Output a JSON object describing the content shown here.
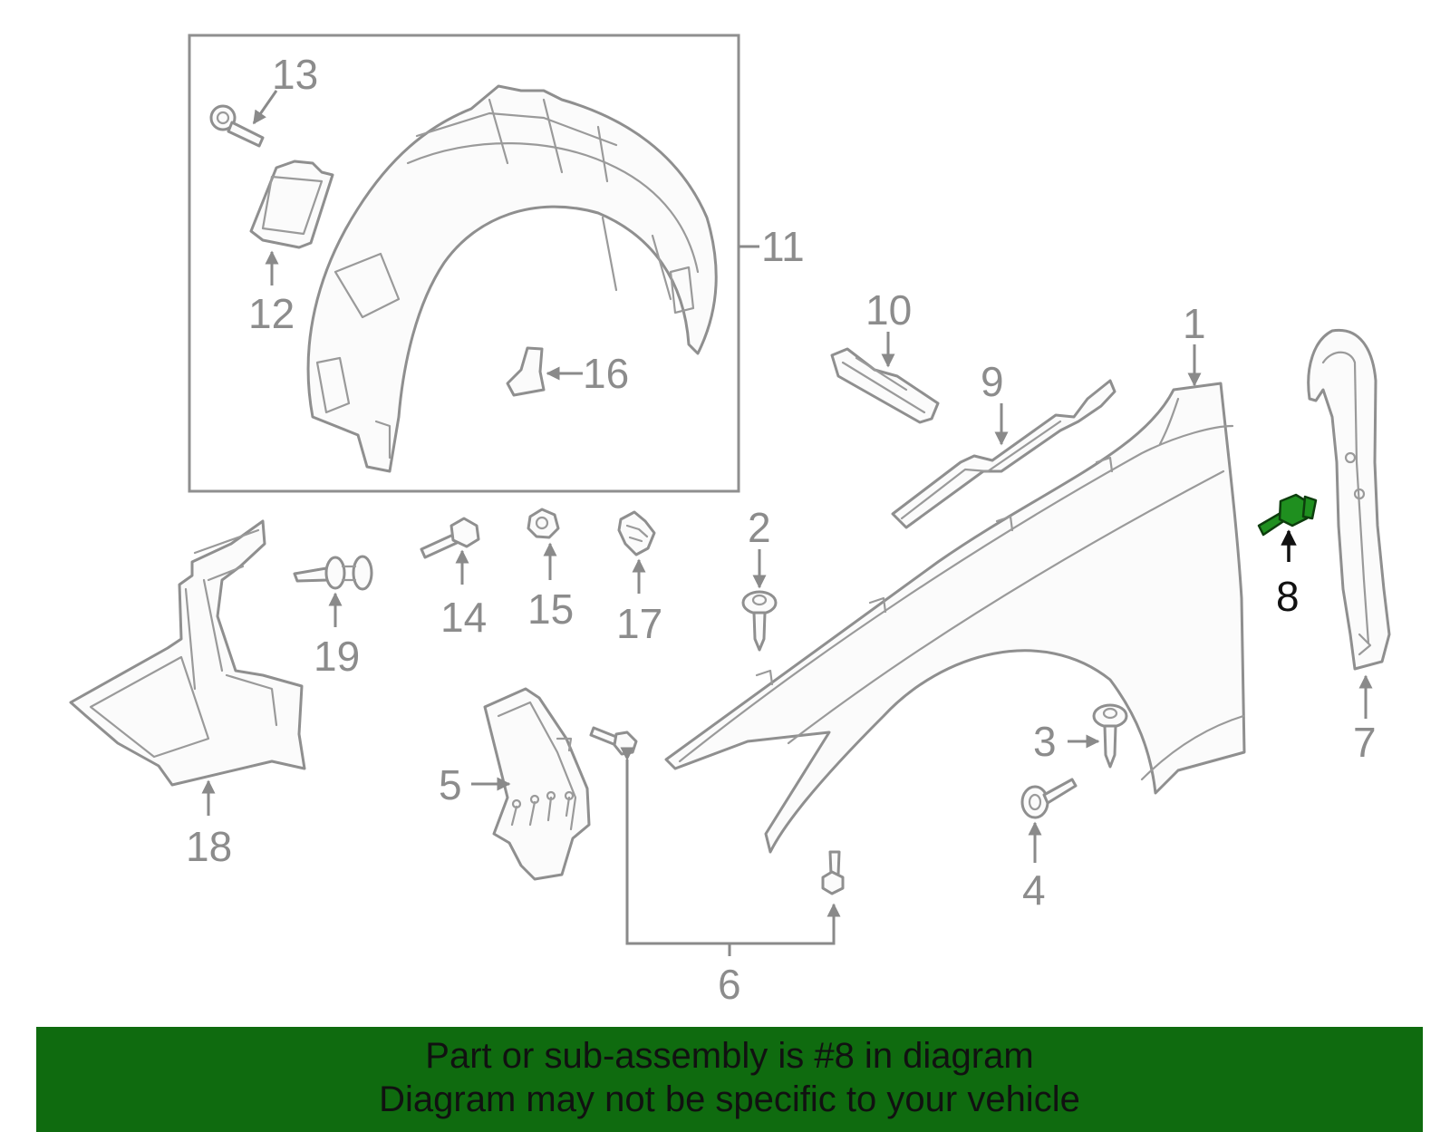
{
  "callouts": {
    "c1": "1",
    "c2": "2",
    "c3": "3",
    "c4": "4",
    "c5": "5",
    "c6": "6",
    "c7": "7",
    "c8": "8",
    "c9": "9",
    "c10": "10",
    "c11": "11",
    "c12": "12",
    "c13": "13",
    "c14": "14",
    "c15": "15",
    "c16": "16",
    "c17": "17",
    "c18": "18",
    "c19": "19"
  },
  "highlighted_part": "8",
  "colors": {
    "highlight": "#1f8f1f",
    "banner_bg": "#0f6b0f",
    "line": "#8f8f8f"
  },
  "banner": {
    "line1": "Part or sub-assembly is #8 in diagram",
    "line2": "Diagram may not be specific to your vehicle"
  }
}
